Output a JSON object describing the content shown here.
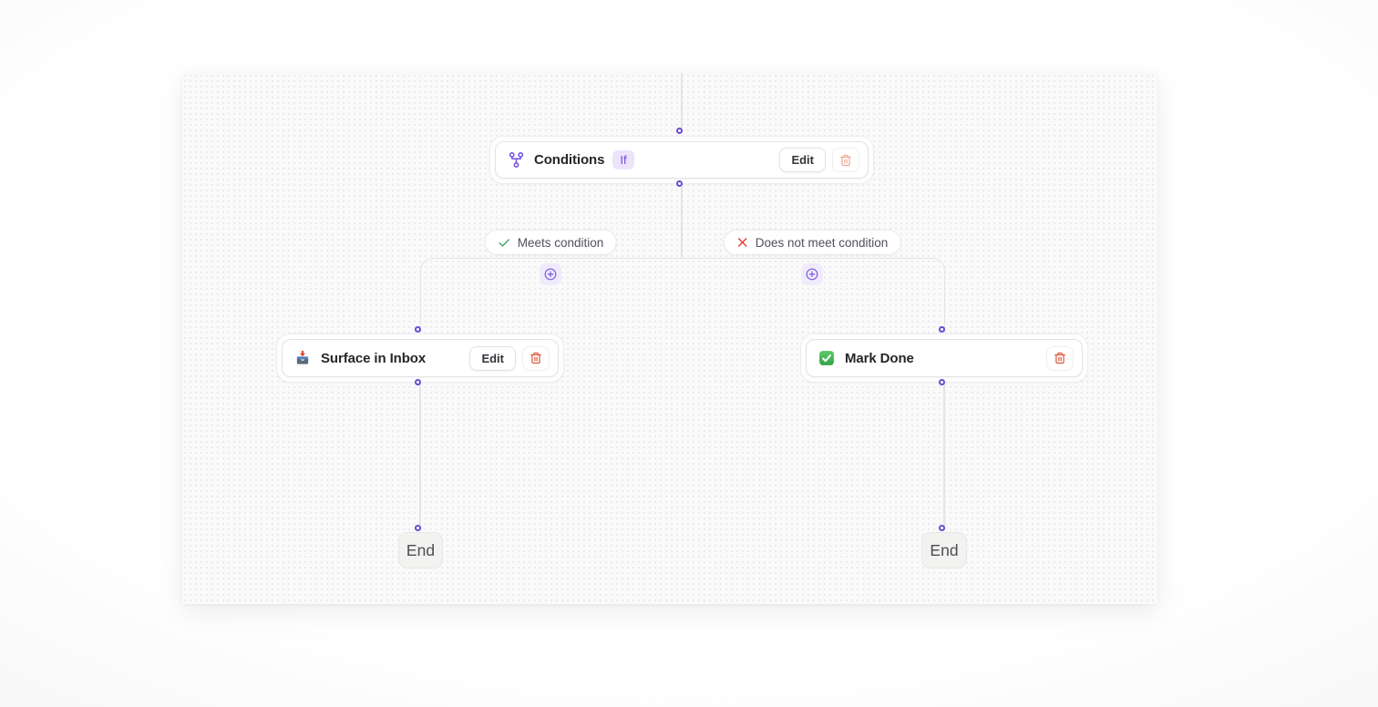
{
  "colors": {
    "accent_purple": "#6a49d4",
    "line_gray": "#e4e4e6",
    "canvas_bg": "#fafafa",
    "dot_grid": "#e9e9e9",
    "badge_bg": "#ebe4fb",
    "badge_text": "#6c47d6",
    "trash_red": "#da5a3e",
    "trash_red_faded": "#f0a89a",
    "check_green": "#35a05f",
    "x_red": "#e03e2d",
    "markdone_green": "#3fae4e"
  },
  "icons": {
    "condition": "git-fork-icon",
    "surface": "inbox-tray-icon",
    "mark_done": "check-square-icon",
    "delete": "trash-icon",
    "add": "circle-plus-icon",
    "branch_true": "check-icon",
    "branch_false": "x-icon"
  },
  "flow": {
    "condition_node": {
      "title": "Conditions",
      "badge": "If",
      "edit_label": "Edit"
    },
    "branch_true": {
      "label": "Meets condition"
    },
    "branch_false": {
      "label": "Does not meet condition"
    },
    "surface_node": {
      "title": "Surface in Inbox",
      "edit_label": "Edit"
    },
    "mark_done_node": {
      "title": "Mark Done"
    },
    "end_label": "End"
  }
}
